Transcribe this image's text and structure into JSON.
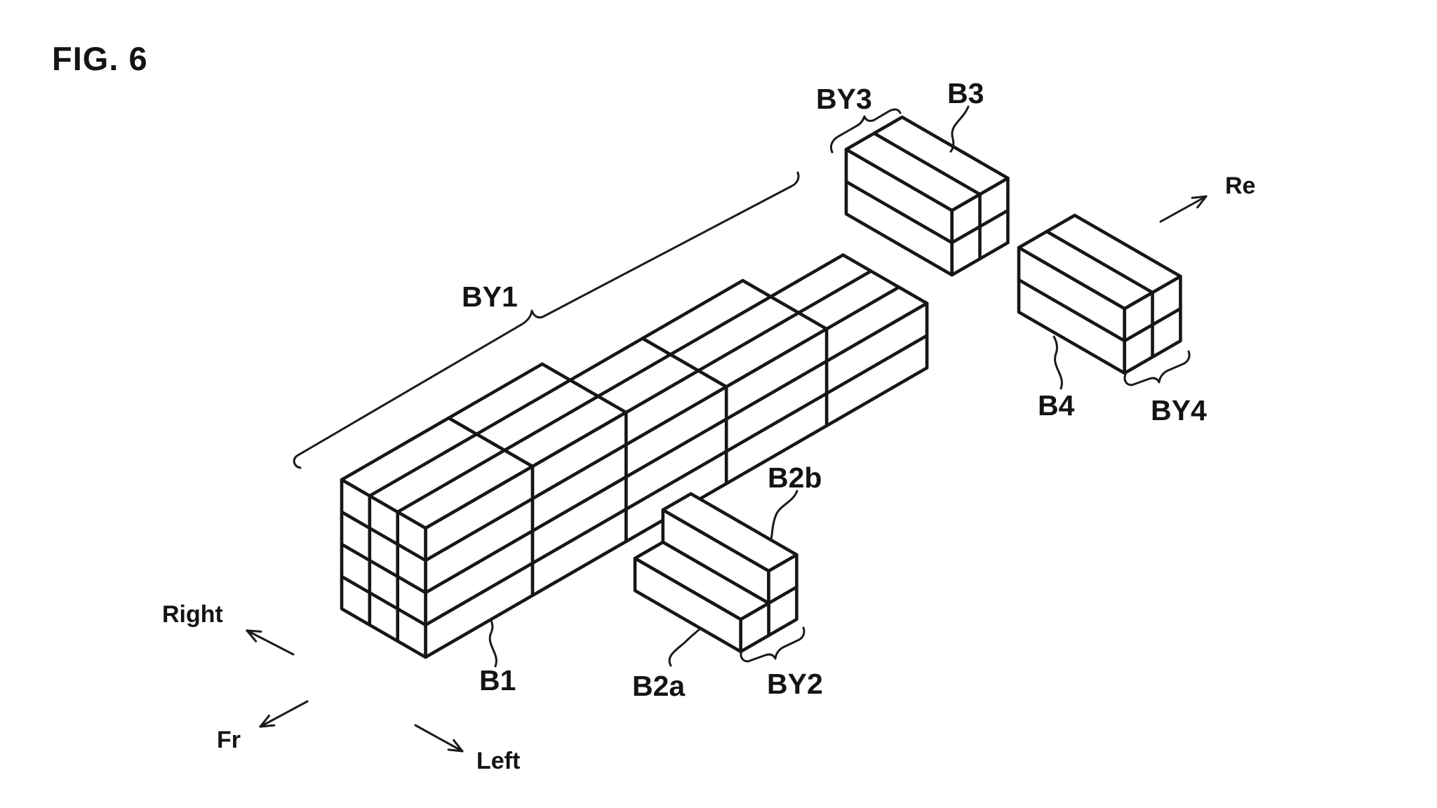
{
  "figure": {
    "title": "FIG. 6"
  },
  "orientation_axes": [
    {
      "id": "re",
      "label": "Re"
    },
    {
      "id": "right",
      "label": "Right"
    },
    {
      "id": "fr",
      "label": "Fr"
    },
    {
      "id": "left",
      "label": "Left"
    }
  ],
  "stacks": {
    "BY1": {
      "label": "BY1",
      "blocks": [
        {
          "label": "B1",
          "rows": 4,
          "cols": 3
        },
        {
          "rows": 4
        },
        {
          "rows": 3
        },
        {
          "rows": 3
        },
        {
          "rows": 2
        }
      ]
    },
    "BY2": {
      "label": "BY2",
      "blocks": [
        {
          "label": "B2a",
          "rows": 1
        },
        {
          "label": "B2b",
          "rows": 2
        }
      ]
    },
    "BY3": {
      "label": "BY3",
      "block": {
        "label": "B3",
        "rows": 2,
        "cols": 2
      }
    },
    "BY4": {
      "label": "BY4",
      "block": {
        "label": "B4",
        "rows": 2,
        "cols": 2
      }
    }
  }
}
